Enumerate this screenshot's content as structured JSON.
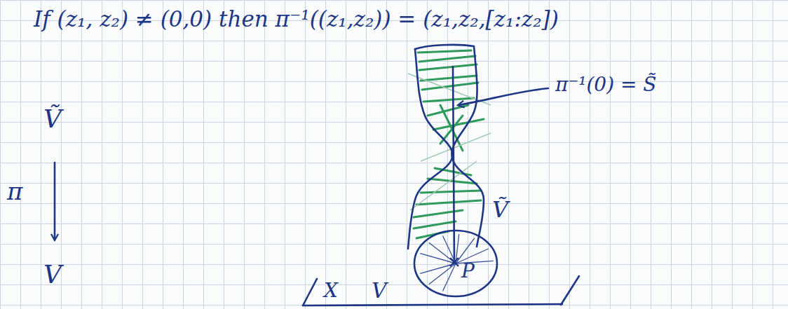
{
  "diagram": {
    "nodes": [
      {
        "text": [
          "P"
        ]
      }
    ],
    "labels": [
      "If (z₁, z₂) ≠ (0,0) then π⁻¹((z₁,z₂)) = (z₁,z₂,[z₁:z₂])",
      "π⁻¹(0) = S̃",
      "Ṽ",
      "π",
      "V",
      "Ṽ",
      "X",
      "V"
    ]
  }
}
